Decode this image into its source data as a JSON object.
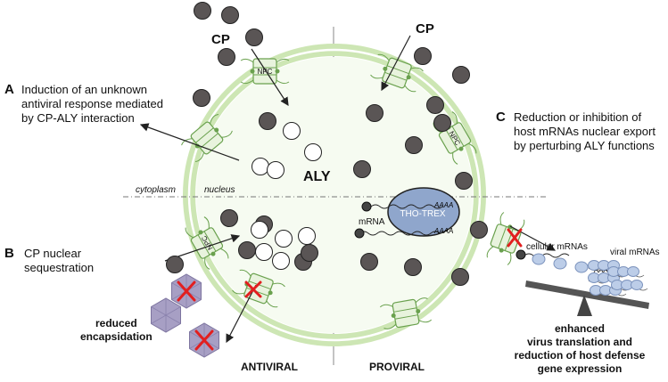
{
  "labels": {
    "cp_top_left": "CP",
    "cp_top_right": "CP",
    "aly": "ALY",
    "cytoplasm": "cytoplasm",
    "nucleus": "nucleus",
    "npc": "NPC",
    "tho_trex": "THO-TREX",
    "mrna": "mRNA",
    "antiviral": "ANTIVIRAL",
    "proviral": "PROVIRAL",
    "cellular_mrnas": "cellular mRNAs",
    "viral_mrnas": "viral mRNAs",
    "aaaa": "AAAA"
  },
  "panels": {
    "a": {
      "letter": "A",
      "lines": [
        "Induction of an unknown",
        "antiviral response mediated",
        "by CP-ALY interaction"
      ]
    },
    "b": {
      "letter": "B",
      "lines": [
        "CP nuclear",
        "sequestration"
      ]
    },
    "c": {
      "letter": "C",
      "lines": [
        "Reduction or inhibition of",
        "host mRNAs nuclear export",
        "by perturbing ALY functions"
      ]
    }
  },
  "outcomes": {
    "encapsidation": [
      "reduced",
      "encapsidation"
    ],
    "translation": [
      "enhanced",
      "virus translation and",
      "reduction of host defense",
      "gene expression"
    ]
  },
  "colors": {
    "nuclear_envelope": "#cde6b4",
    "envelope_line": "#ffffff",
    "npc_stroke": "#6aa14e",
    "cp_fill": "#5a5555",
    "aly_fill": "#ffffff",
    "tho_trex_fill": "#8fa6cc",
    "block_x": "#e21f1f",
    "virion": "#a79fc4"
  }
}
